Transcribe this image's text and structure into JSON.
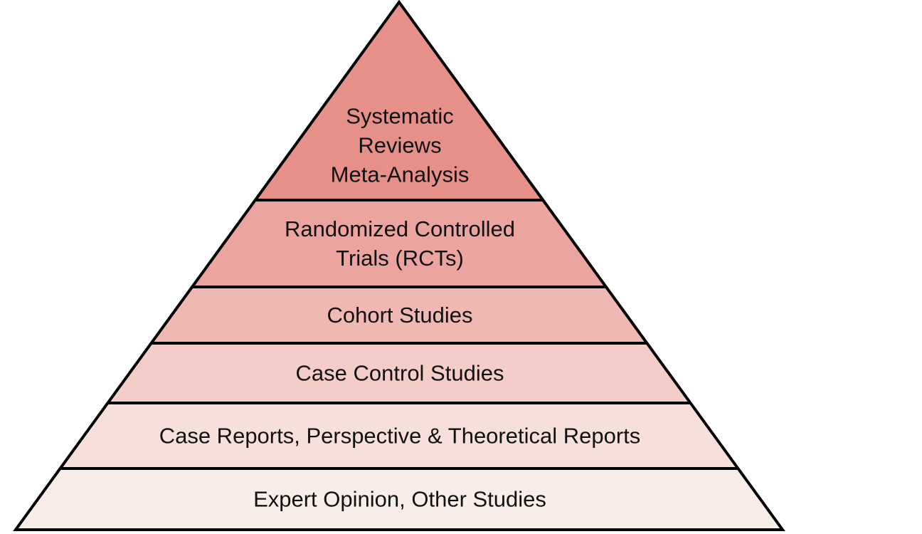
{
  "pyramid": {
    "tiers": [
      {
        "lines": [
          "Systematic",
          "Reviews",
          "Meta-Analysis"
        ],
        "fill": "#e6908a"
      },
      {
        "lines": [
          "Randomized Controlled",
          "Trials (RCTs)"
        ],
        "fill": "#eba49f"
      },
      {
        "lines": [
          "Cohort Studies"
        ],
        "fill": "#f0b8b3"
      },
      {
        "lines": [
          "Case Control Studies"
        ],
        "fill": "#f4cdc8"
      },
      {
        "lines": [
          "Case Reports, Perspective & Theoretical Reports"
        ],
        "fill": "#f7e0dc"
      },
      {
        "lines": [
          "Expert Opinion, Other Studies"
        ],
        "fill": "#f9edea"
      }
    ],
    "outline_color": "#000000"
  }
}
